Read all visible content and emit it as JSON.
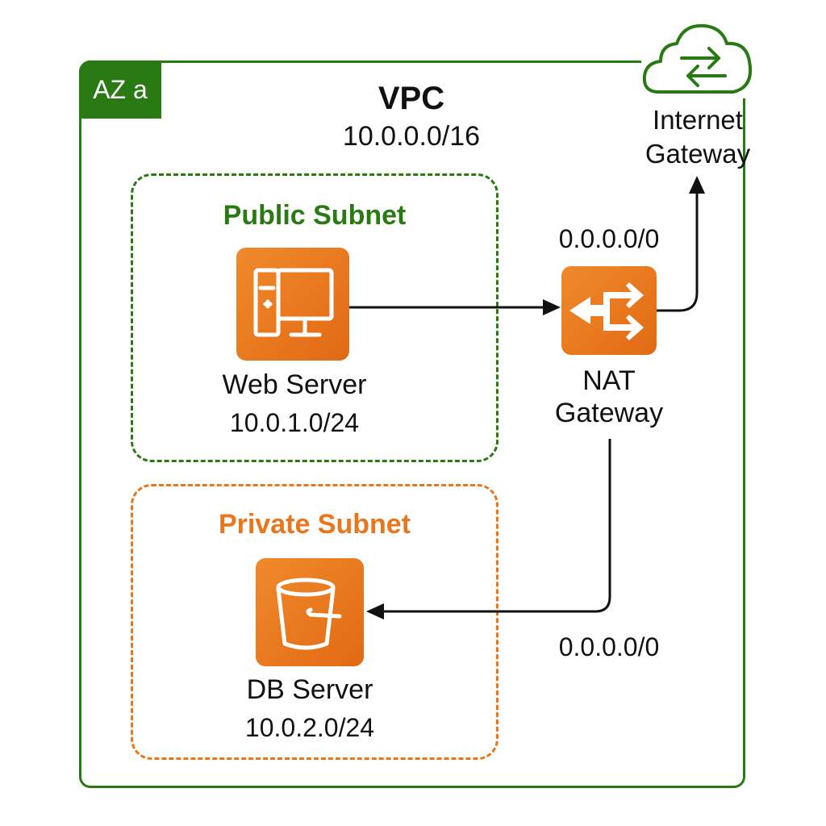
{
  "diagram": {
    "availability_zone": {
      "label": "AZ a"
    },
    "vpc": {
      "title": "VPC",
      "cidr": "10.0.0.0/16"
    },
    "internet_gateway": {
      "line1": "Internet",
      "line2": "Gateway",
      "icon": "cloud-exchange-icon"
    },
    "public_subnet": {
      "title": "Public Subnet",
      "resource": {
        "name": "Web Server",
        "cidr": "10.0.1.0/24",
        "icon": "desktop-computer-icon"
      }
    },
    "private_subnet": {
      "title": "Private Subnet",
      "resource": {
        "name": "DB Server",
        "cidr": "10.0.2.0/24",
        "icon": "bucket-icon"
      }
    },
    "nat_gateway": {
      "line1": "NAT",
      "line2": "Gateway",
      "icon": "nat-arrows-icon"
    },
    "routes": [
      {
        "label": "0.0.0.0/0",
        "from": "NAT Gateway",
        "to": "Internet Gateway"
      },
      {
        "label": "0.0.0.0/0",
        "from": "NAT Gateway",
        "to": "DB Server"
      }
    ],
    "colors": {
      "green": "#2a7a14",
      "orange": "#e8761d",
      "text": "#111111"
    }
  }
}
